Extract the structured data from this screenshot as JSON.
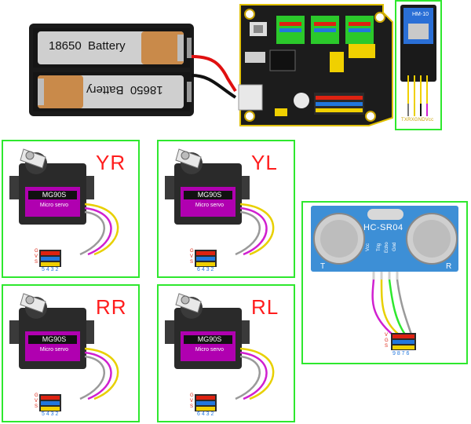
{
  "colors": {
    "frame": "#2ee82e",
    "label_red": "#ff1d1d",
    "wire_red": "#e01010",
    "wire_black": "#111111",
    "wire_purple": "#d020d0",
    "wire_yellow": "#e8d000",
    "wire_gray": "#9a9a9a",
    "pcb": "#1c1c1c",
    "servo_body": "#2a2a2a",
    "servo_label": "#b000b0",
    "sensor_blue": "#3d8fd6"
  },
  "battery": {
    "cell_top": "18650  Battery",
    "cell_bottom": "18650  Battery"
  },
  "bluetooth": {
    "module_name": "HM-10",
    "pins_label": "TXRXGNDVcc"
  },
  "servos": [
    {
      "tag": "YR",
      "model": "MG90S",
      "sub": "Micro servo",
      "pin_letters": [
        "G",
        "V",
        "S"
      ],
      "pin_numbers": "5 4 3 2"
    },
    {
      "tag": "YL",
      "model": "MG90S",
      "sub": "Micro servo",
      "pin_letters": [
        "G",
        "V",
        "S"
      ],
      "pin_numbers": "6 4 3 2"
    },
    {
      "tag": "RR",
      "model": "MG90S",
      "sub": "Micro servo",
      "pin_letters": [
        "G",
        "V",
        "S"
      ],
      "pin_numbers": "5 4 3 2"
    },
    {
      "tag": "RL",
      "model": "MG90S",
      "sub": "Micro servo",
      "pin_letters": [
        "G",
        "V",
        "S"
      ],
      "pin_numbers": "6 4 3 2"
    }
  ],
  "ultrasonic": {
    "name": "HC-SR04",
    "corner_left": "T",
    "corner_right": "R",
    "pin_labels": [
      "Vcc",
      "Trig",
      "Echo",
      "Gnd"
    ],
    "header_letters": [
      "V",
      "G",
      "S"
    ],
    "header_numbers": "9 8 7 6"
  }
}
